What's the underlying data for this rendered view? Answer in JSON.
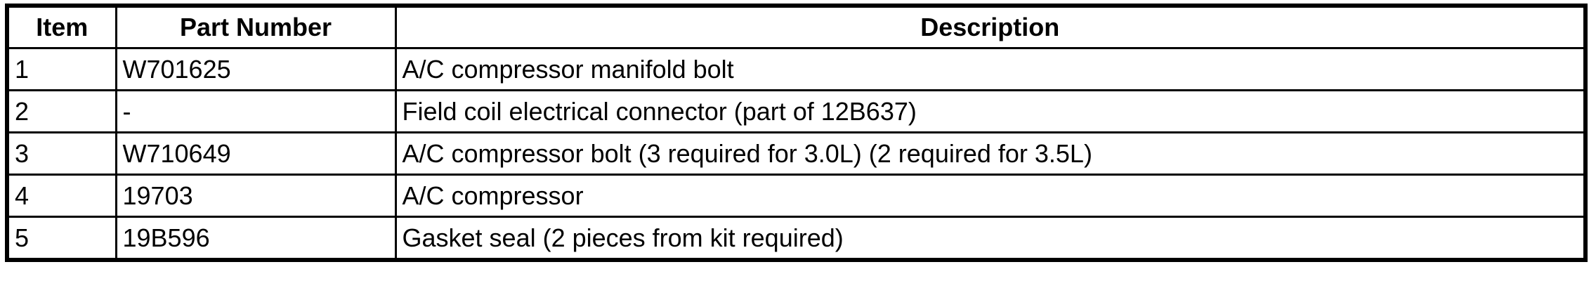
{
  "colors": {
    "background": "#ffffff",
    "border": "#000000",
    "text": "#000000"
  },
  "table": {
    "columns": [
      {
        "label": "Item"
      },
      {
        "label": "Part Number"
      },
      {
        "label": "Description"
      }
    ],
    "rows": [
      {
        "item": "1",
        "part_number": "W701625",
        "description": "A/C compressor manifold bolt"
      },
      {
        "item": "2",
        "part_number": "-",
        "description": "Field coil electrical connector (part of 12B637)"
      },
      {
        "item": "3",
        "part_number": "W710649",
        "description": "A/C compressor bolt (3 required for 3.0L) (2 required for 3.5L)"
      },
      {
        "item": "4",
        "part_number": "19703",
        "description": "A/C compressor"
      },
      {
        "item": "5",
        "part_number": "19B596",
        "description": "Gasket seal (2 pieces from kit required)"
      }
    ]
  }
}
